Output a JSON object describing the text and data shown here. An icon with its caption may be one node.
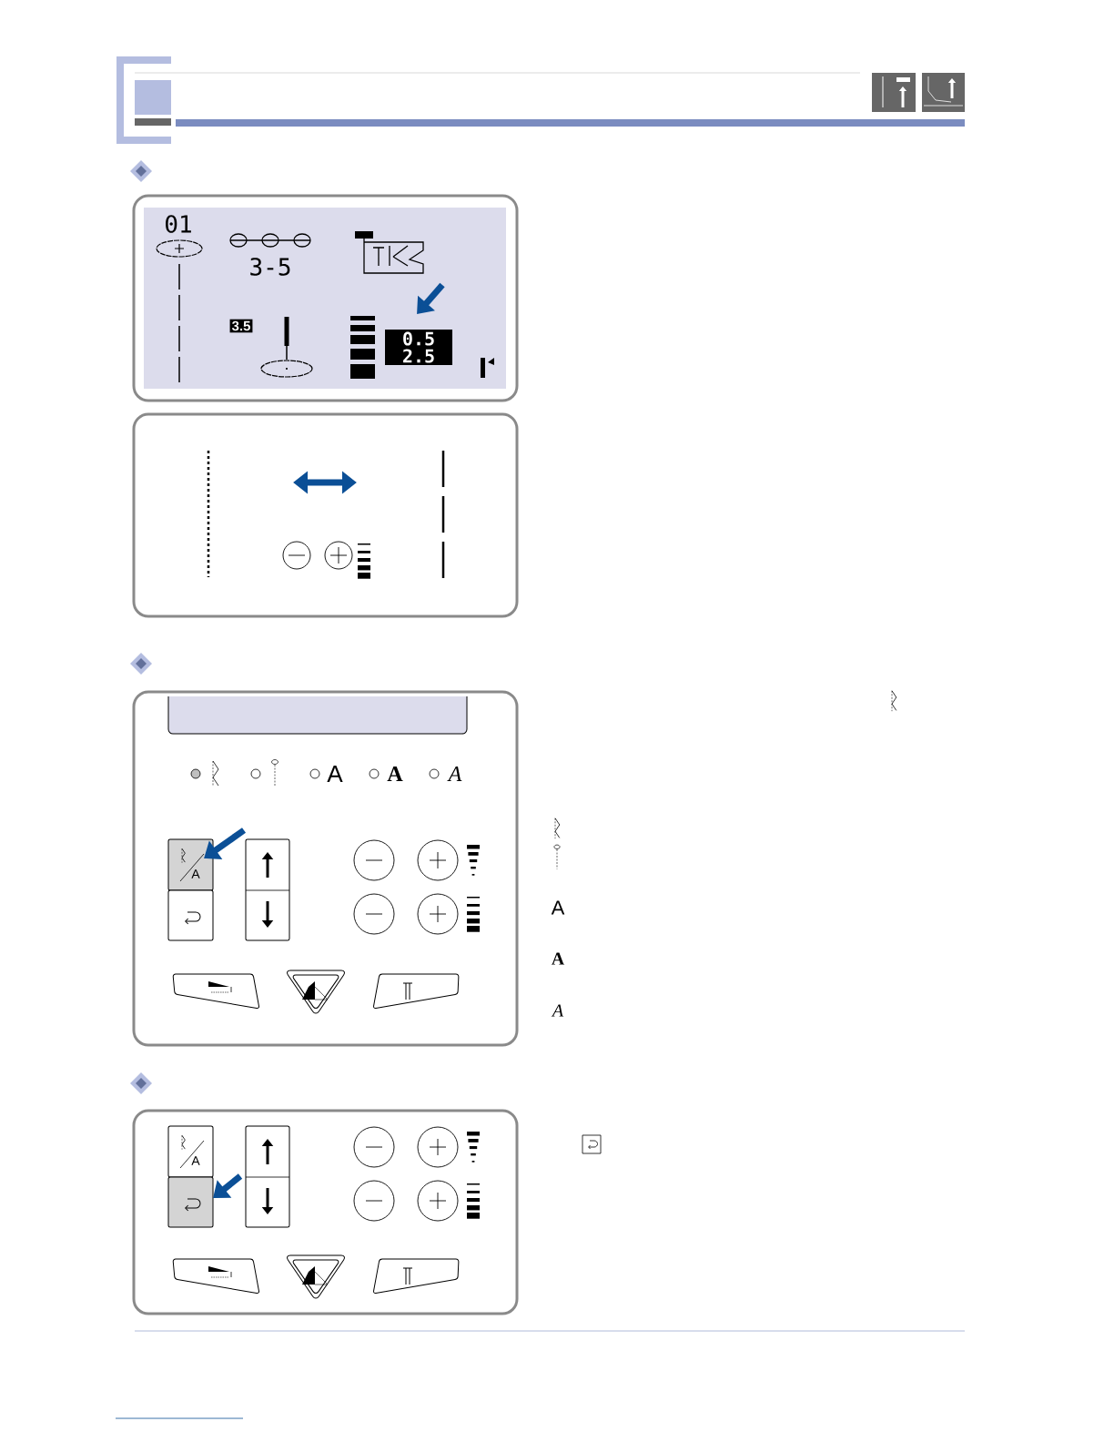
{
  "diagram": {
    "labels": [
      "01",
      "3-5",
      "3.5",
      "0.5",
      "2.5",
      "A",
      "A",
      "A",
      "A",
      "A",
      "A",
      "A",
      "A"
    ]
  }
}
